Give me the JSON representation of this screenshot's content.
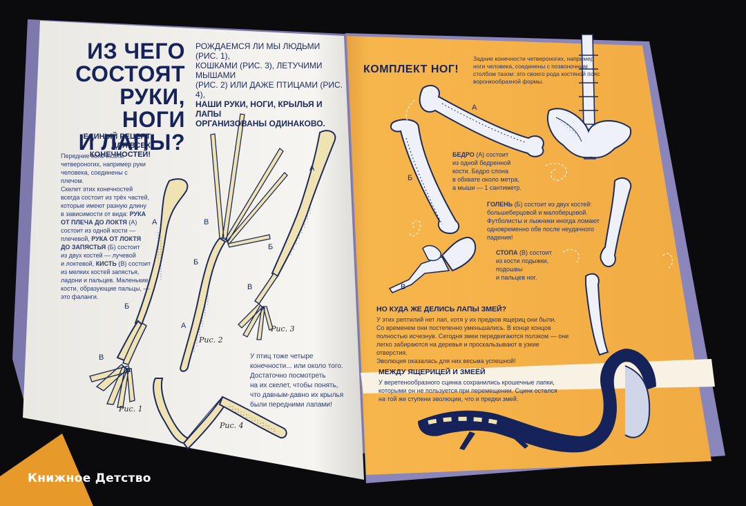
{
  "left_page": {
    "title_lines": [
      "ИЗ ЧЕГО",
      "СОСТОЯТ",
      "РУКИ, НОГИ",
      "И ЛАПЫ?"
    ],
    "intro_lines": [
      "РОЖДАЕМСЯ ЛИ МЫ ЛЮДЬМИ (РИС. 1),",
      "КОШКАМИ (РИС. 3), ЛЕТУЧИМИ МЫШАМИ",
      "(РИС. 2) ИЛИ ДАЖЕ ПТИЦАМИ (РИС. 4),"
    ],
    "intro_bold_lines": [
      "НАШИ РУКИ, НОГИ, КРЫЛЬЯ И ЛАПЫ",
      "ОРГАНИЗОВАНЫ ОДИНАКОВО."
    ],
    "recipe_heading_lines": [
      "ЕДИНЫЙ РЕЦЕПТ",
      "ДЛЯ ВСЕХ КОНЕЧНОСТЕЙ!"
    ],
    "recipe_lines": [
      "Передние конечности",
      "четвероногих, например руки",
      "человека, соединены с плечом.",
      "Скелет этих конечностей",
      "всегда состоит из трёх частей,",
      "которые имеют разную длину",
      "в зависимости от вида:"
    ],
    "recipe_bold_1": "РУКА",
    "recipe_bold_2": "ОТ ПЛЕЧА ДО ЛОКТЯ",
    "recipe_after_2": "(А)",
    "recipe_line_a1": "состоит из одной кости —",
    "recipe_line_a2": "плечевой,",
    "recipe_bold_3": "РУКА ОТ ЛОКТЯ",
    "recipe_bold_4": "ДО ЗАПЯСТЬЯ",
    "recipe_after_4": "(Б) состоит",
    "recipe_line_b1": "из двух костей — лучевой",
    "recipe_line_b2": "и локтевой,",
    "recipe_bold_5": "КИСТЬ",
    "recipe_after_5": "(В) состоит",
    "recipe_tail_lines": [
      "из мелких костей запястья,",
      "ладони и пальцев. Маленькие",
      "кости, образующие пальцы, —",
      "это фаланги."
    ],
    "birds_lines": [
      "У птиц тоже четыре",
      "конечности... или около того.",
      "Достаточно посмотреть",
      "на их скелет, чтобы понять,",
      "что давным-давно их крылья",
      "были передними лапами!"
    ],
    "captions": [
      "Рис. 1",
      "Рис. 2",
      "Рис. 3",
      "Рис. 4"
    ],
    "bone_labels": [
      "А",
      "Б",
      "В"
    ]
  },
  "right_page": {
    "title": "КОМПЛЕКТ НОГ!",
    "intro_lines": [
      "Задние конечности четвероногих, например",
      "ноги человека, соединены с позвоночным",
      "столбом тазом: это своего рода костяной пояс",
      "воронкообразной формы."
    ],
    "femur_bold": "БЕДРО",
    "femur_lines": [
      "(А) состоит",
      "из одной бедренной",
      "кости. Бедро слона",
      "в обхвате около метра,",
      "а мыши — 1 сантиметр."
    ],
    "shin_bold": "ГОЛЕНЬ",
    "shin_lines": [
      "(Б) состоит из двух костей:",
      "большеберцовой и малоберцовой.",
      "Футболисты и лыжники иногда ломают",
      "одновременно обе после неудачного",
      "падения!"
    ],
    "foot_bold": "СТОПА",
    "foot_lines": [
      "(В) состоит",
      "из кости лодыжки,",
      "подошвы",
      "и пальцев ног."
    ],
    "snake_heading": "НО КУДА ЖЕ ДЕЛИСЬ ЛАПЫ ЗМЕЙ?",
    "snake_lines": [
      "У этих рептилий нет лап, хотя у их предков ящериц они были.",
      "Со временем они постепенно уменьшались. В конце концов",
      "полностью исчезнув. Сегодня змеи передвигаются ползком — они",
      "легко забираются на деревья и проскальзывают в узкие отверстия.",
      "Эволюция оказалась для них весьма успешной!"
    ],
    "lizard_heading": "МЕЖДУ ЯЩЕРИЦЕЙ И ЗМЕЁЙ",
    "lizard_lines": [
      "У веретенообразного сцинка сохранились крошечные лапки,",
      "которыми он не пользуется при перемещении. Сцинк остался",
      "на той же ступени эволюции, что и предки змей."
    ],
    "letters": [
      "А",
      "Б",
      "В"
    ]
  },
  "watermark": "Книжное Детство",
  "colors": {
    "page": "#f4f3ef",
    "orange": "#f4b248",
    "navy": "#16235a",
    "bone": "#efe3b4",
    "book_edge": "#8c87b8"
  }
}
